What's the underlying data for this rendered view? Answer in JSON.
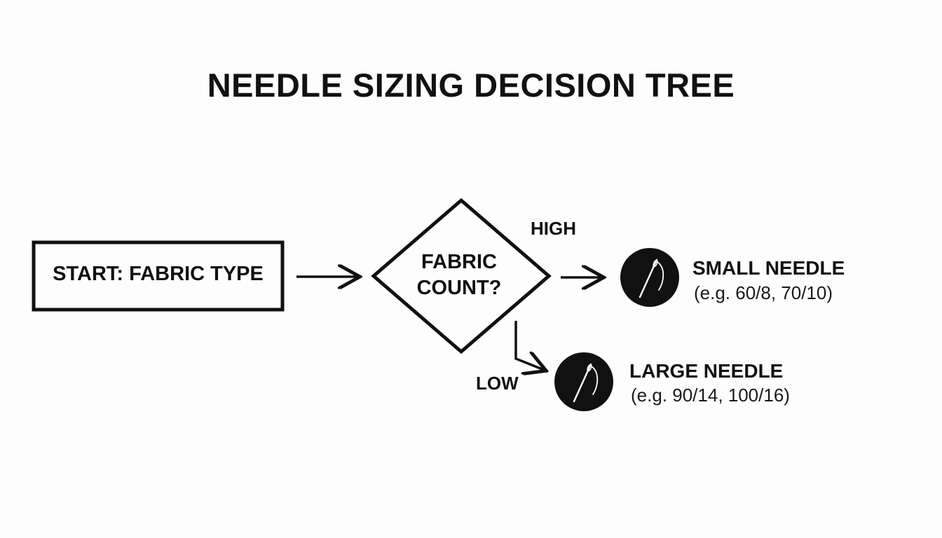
{
  "title": "NEEDLE SIZING DECISION TREE",
  "nodes": {
    "start": {
      "label": "START: FABRIC TYPE"
    },
    "decision": {
      "line1": "FABRIC",
      "line2": "COUNT?"
    },
    "small_needle": {
      "title": "SMALL NEEDLE",
      "example": "(e.g. 60/8, 70/10)",
      "icon": "sewing-needle-icon"
    },
    "large_needle": {
      "title": "LARGE NEEDLE",
      "example": "(e.g. 90/14, 100/16)",
      "icon": "sewing-needle-icon"
    }
  },
  "branches": {
    "high": "HIGH",
    "low": "LOW"
  },
  "colors": {
    "ink": "#111111",
    "background": "#fdfdfd"
  }
}
